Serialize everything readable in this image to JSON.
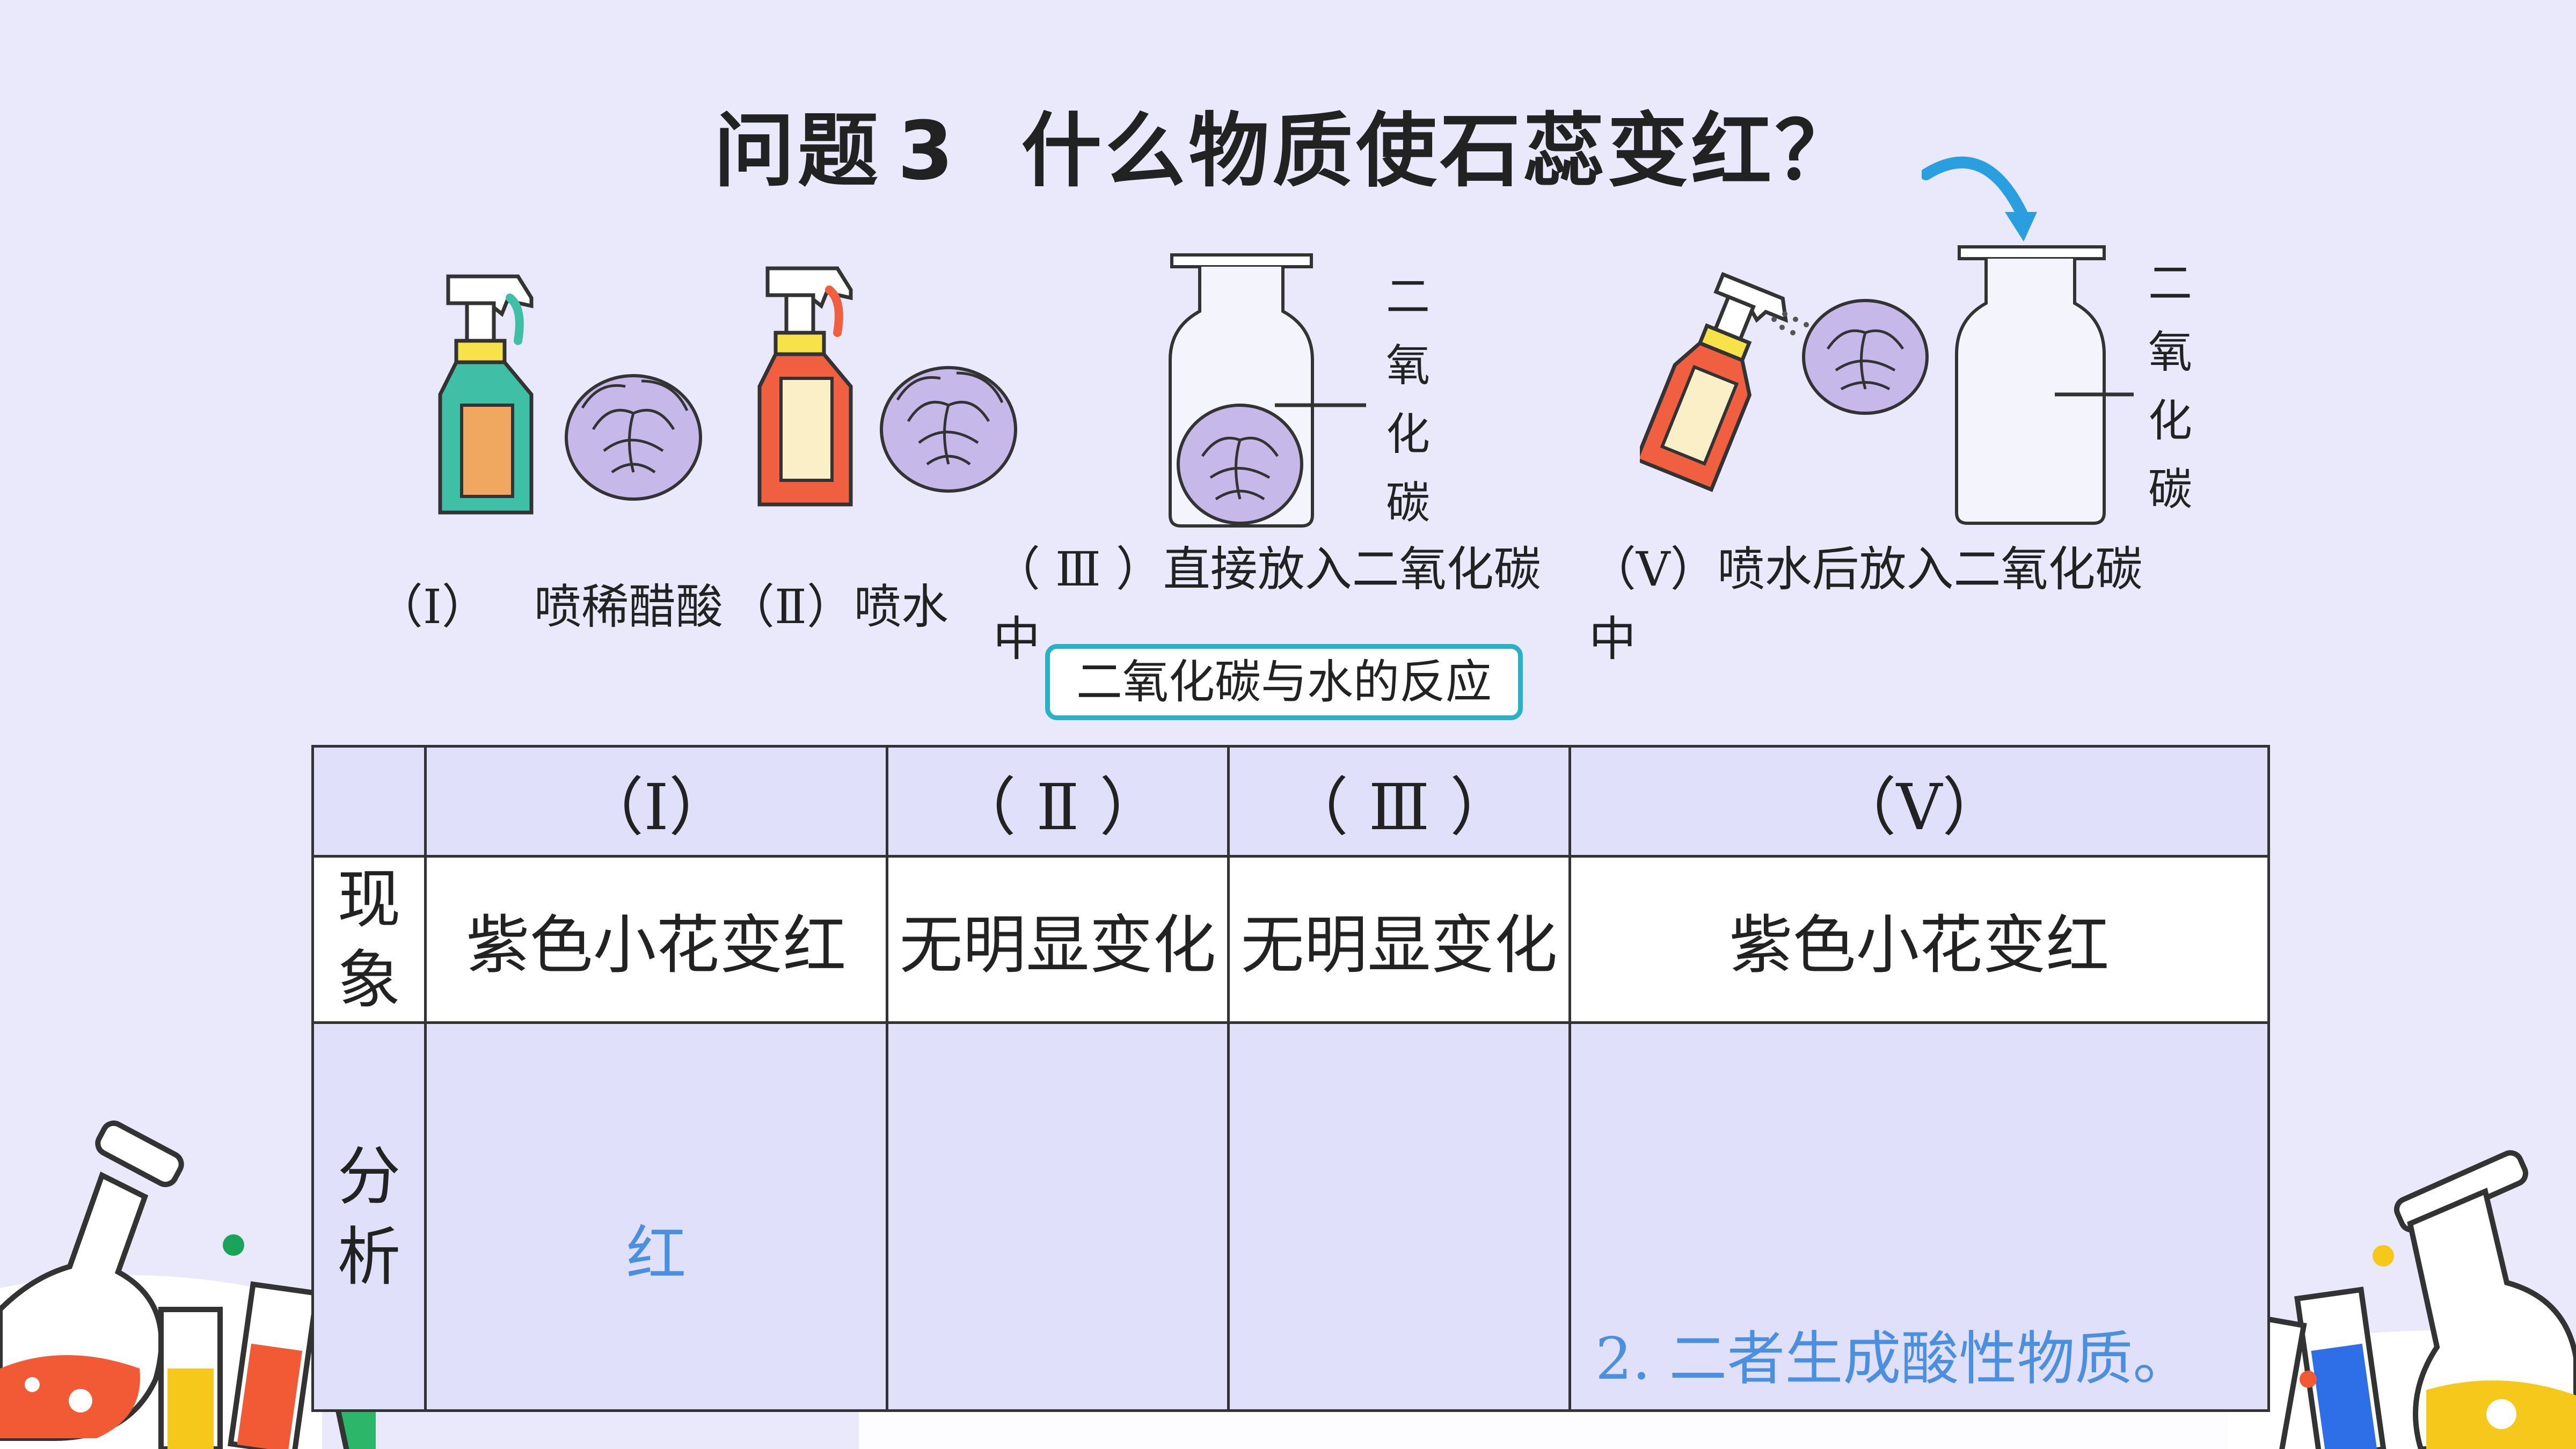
{
  "title": {
    "prefix": "问题",
    "number": "3",
    "question": "什么物质使石蕊变红？"
  },
  "experiments": {
    "cap_1": "（Ⅰ）",
    "cap_1_text": "喷稀醋酸",
    "cap_2": "（Ⅱ）喷水",
    "cap_3": "（ Ⅲ ）直接放入二氧化碳",
    "cap_3_tail": "中",
    "cap_5": "（Ⅴ）喷水后放入二氧化碳",
    "cap_5_tail": "中",
    "gas_label_a": [
      "二",
      "氧",
      "化",
      "碳"
    ],
    "gas_label_b": [
      "二",
      "氧",
      "化",
      "碳"
    ]
  },
  "reaction_box": "二氧化碳与水的反应",
  "table": {
    "headers": [
      "（Ⅰ）",
      "（ Ⅱ ）",
      "（ Ⅲ ）",
      "（Ⅴ）"
    ],
    "row_phenomenon_label": [
      "现",
      "象"
    ],
    "phenomenon": [
      "紫色小花变红",
      "无明显变化",
      "无明显变化",
      "紫色小花变红"
    ],
    "row_analysis_label": [
      "分",
      "析"
    ],
    "analysis_1": "红",
    "analysis_5": "2. 二者生成酸性物质。"
  },
  "colors": {
    "accent_red": "#e3171c",
    "accent_blue": "#4a8fe0",
    "border_teal": "#29b1c8",
    "background": "#e9e9fb"
  }
}
